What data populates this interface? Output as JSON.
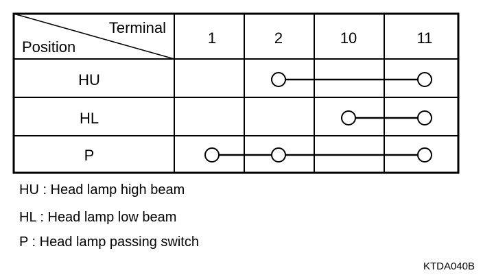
{
  "table": {
    "corner": {
      "top_label": "Terminal",
      "bottom_label": "Position"
    },
    "terminals": [
      "1",
      "2",
      "10",
      "11"
    ],
    "positions": [
      {
        "name": "HU",
        "connected_terminals": [
          "2",
          "11"
        ]
      },
      {
        "name": "HL",
        "connected_terminals": [
          "10",
          "11"
        ]
      },
      {
        "name": "P",
        "connected_terminals": [
          "1",
          "2",
          "11"
        ]
      }
    ]
  },
  "legend": [
    "HU : Head lamp high beam",
    "HL : Head lamp low beam",
    "P : Head lamp passing switch"
  ],
  "figure_code": "KTDA040B"
}
